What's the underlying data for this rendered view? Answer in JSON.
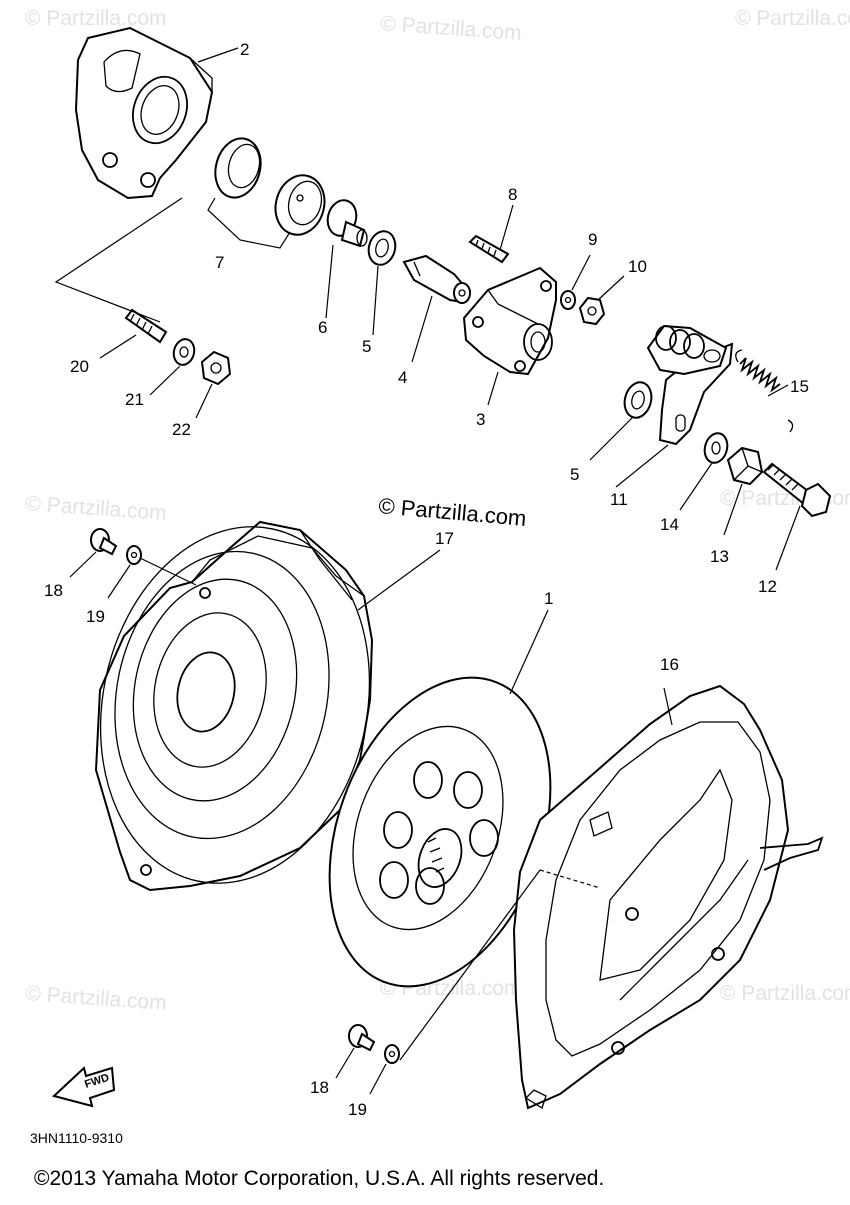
{
  "watermark": "© Partzilla.com",
  "center_watermark": "© Partzilla.com",
  "diagram_code": "3HN1110-9310",
  "fwd_label": "FWD",
  "copyright": "©2013  Yamaha Motor Corporation, U.S.A. All rights reserved.",
  "callouts": {
    "n1": "1",
    "n2": "2",
    "n3": "3",
    "n4": "4",
    "n5a": "5",
    "n5b": "5",
    "n6": "6",
    "n7": "7",
    "n8": "8",
    "n9": "9",
    "n10": "10",
    "n11": "11",
    "n12": "12",
    "n13": "13",
    "n14": "14",
    "n15": "15",
    "n16": "16",
    "n17": "17",
    "n18a": "18",
    "n18b": "18",
    "n19a": "19",
    "n19b": "19",
    "n20": "20",
    "n21": "21",
    "n22": "22"
  }
}
